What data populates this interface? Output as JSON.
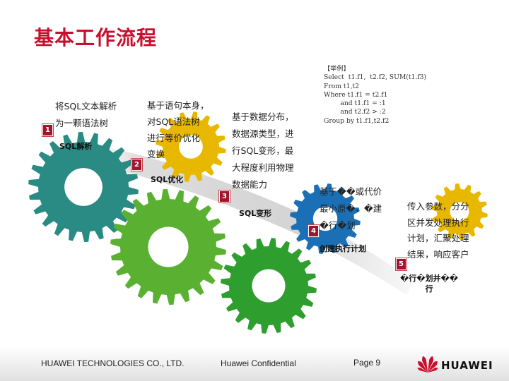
{
  "title": "基本工作流程",
  "example": {
    "lines": [
      "【举例】",
      "Select  t1.f1,  t2.f2, SUM(t1.f3)",
      "From t1,t2",
      "Where t1.f1 = t2.f1",
      "        and t1.f1 = :1",
      "        and t2.f2 > :2",
      "Group by t1.f1,t2.f2"
    ]
  },
  "steps": [
    {
      "number": "1",
      "label": "SQL解析",
      "desc": [
        "将SQL文本解析",
        "为一颗语法树"
      ]
    },
    {
      "number": "2",
      "label": "SQL优化",
      "desc": [
        "基于语句本身，",
        "对SQL语法树",
        "进行等价优化",
        "变换"
      ]
    },
    {
      "number": "3",
      "label": "SQL变形",
      "desc": [
        "基于数据分布，",
        "数据源类型，进",
        "行SQL变形，最",
        "大程度利用物理",
        "数据能力"
      ]
    },
    {
      "number": "4",
      "label": "创建执行计划",
      "desc": [
        "基于��或代价",
        "最小原�，�建",
        "�行�划"
      ]
    },
    {
      "number": "5",
      "label": "�行�划并��行",
      "label_lines": [
        "�行�划并��",
        "行"
      ],
      "desc": [
        "传入参数，分分",
        "区并发处理执行",
        "计划，汇聚处理",
        "结果，响应客户"
      ]
    }
  ],
  "colors": {
    "title": "#c8102e",
    "badge": "#a01530",
    "gear_teal": "#2a8a84",
    "gear_green": "#5ab030",
    "gear_gold": "#e8b800",
    "gear_deep_green": "#2e9e2e",
    "gear_blue": "#1a6fb5",
    "huawei_red": "#c8102e"
  },
  "footer": {
    "company": "HUAWEI TECHNOLOGIES CO., LTD.",
    "confidential": "Huawei Confidential",
    "page": "Page 9",
    "brand": "HUAWEI"
  }
}
